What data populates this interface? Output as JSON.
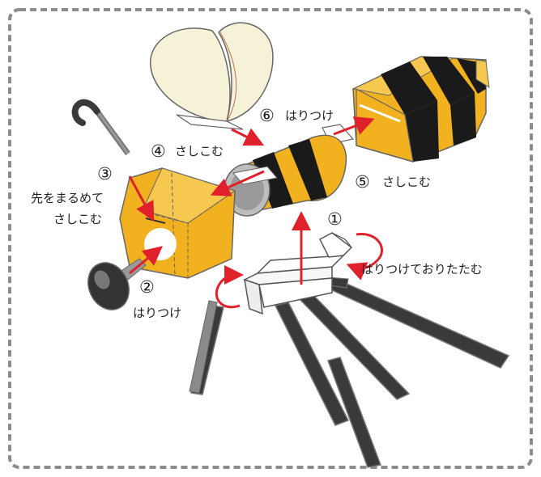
{
  "colors": {
    "bee_yellow": "#F2B11E",
    "stripe_black": "#1A1A1A",
    "wing_cream": "#F5F2D8",
    "leg_gray": "#3A3A3A",
    "arrow_red": "#E0202A",
    "border_gray": "#8C8C8C",
    "outline": "#555555"
  },
  "steps": [
    {
      "num": "①",
      "text": "はりつけておりたたむ"
    },
    {
      "num": "②",
      "text": "はりつけ"
    },
    {
      "num": "③",
      "text_line1": "先をまるめて",
      "text_line2": "さしこむ"
    },
    {
      "num": "④",
      "text": "さしこむ"
    },
    {
      "num": "⑤",
      "text": "さしこむ"
    },
    {
      "num": "⑥",
      "text": "はりつけ"
    }
  ],
  "parts": {
    "wings": "wings",
    "antenna": "antenna",
    "head": "head",
    "eye": "eye",
    "thorax": "thorax",
    "abdomen": "abdomen",
    "legs": "legs",
    "fold_part": "fold-part"
  }
}
